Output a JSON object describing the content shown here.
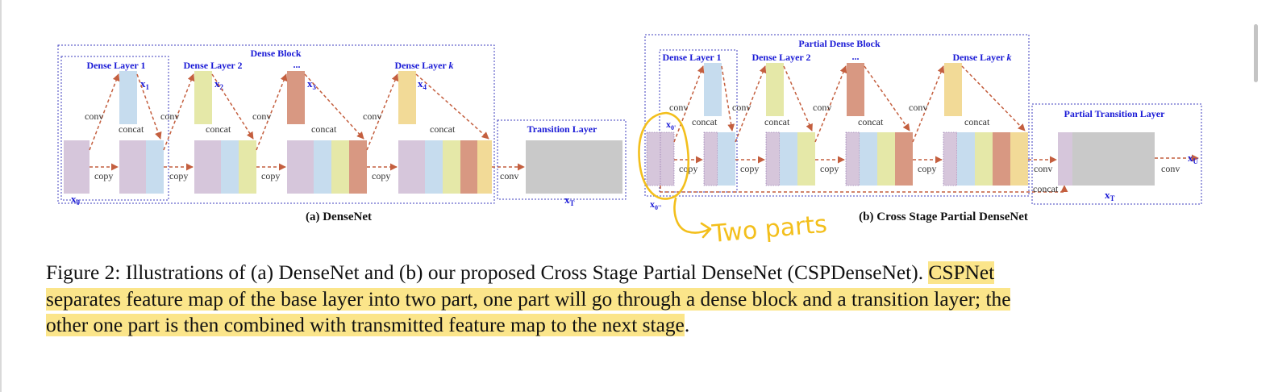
{
  "colors": {
    "label_blue": "#1a1ad6",
    "arrow_red": "#c45f3f",
    "dashed_border": "#3f3fbf",
    "annotation_yellow": "#f3bf1c",
    "highlight": "#fbe58a",
    "feature_purple": "#d6c6db",
    "feature_blue": "#c6dcee",
    "feature_green": "#e5e8a8",
    "feature_red": "#d89882",
    "feature_yellow": "#f2da97",
    "transition_gray": "#c9c9c9"
  },
  "densenet": {
    "block_title": "Dense Block",
    "layer1": "Dense Layer 1",
    "layer2": "Dense Layer 2",
    "ellipsis": "...",
    "layerk_prefix": "Dense Layer ",
    "layerk_k": "k",
    "x1_base": "x",
    "x1_sub": "1",
    "x2_base": "x",
    "x2_sub": "2",
    "x3_base": "x",
    "x3_sub": "3",
    "x4_base": "x",
    "x4_sub": "4",
    "x0_base": "x",
    "x0_sub": "0",
    "conv": "conv",
    "concat": "concat",
    "copy": "copy",
    "transition_title": "Transition Layer",
    "xt_base": "x",
    "xt_sub": "T",
    "caption": "(a) DenseNet"
  },
  "csp": {
    "block_title": "Partial Dense Block",
    "layer1": "Dense Layer 1",
    "layer2": "Dense Layer 2",
    "ellipsis": "...",
    "layerk_prefix": "Dense Layer ",
    "layerk_k": "k",
    "x0p_base": "x",
    "x0p_sub": "0'",
    "x0pp_base": "x",
    "x0pp_sub": "0''",
    "conv": "conv",
    "concat": "concat",
    "copy": "copy",
    "transition_title": "Partial Transition Layer",
    "xt_base": "x",
    "xt_sub": "T",
    "xu_base": "x",
    "xu_sub": "U",
    "caption": "(b) Cross Stage Partial DenseNet"
  },
  "annotation": {
    "text": "Two parts"
  },
  "caption": {
    "line1_plain": "Figure 2: Illustrations of (a) DenseNet and (b) our proposed Cross Stage Partial DenseNet (CSPDenseNet). ",
    "line1_highlight": "CSPNet",
    "line2": "separates feature map of the base layer into two part, one part will go through a dense block and a transition layer; the",
    "line3_highlight": "other one part is then combined with transmitted feature map to the next stage",
    "line3_end": "."
  }
}
